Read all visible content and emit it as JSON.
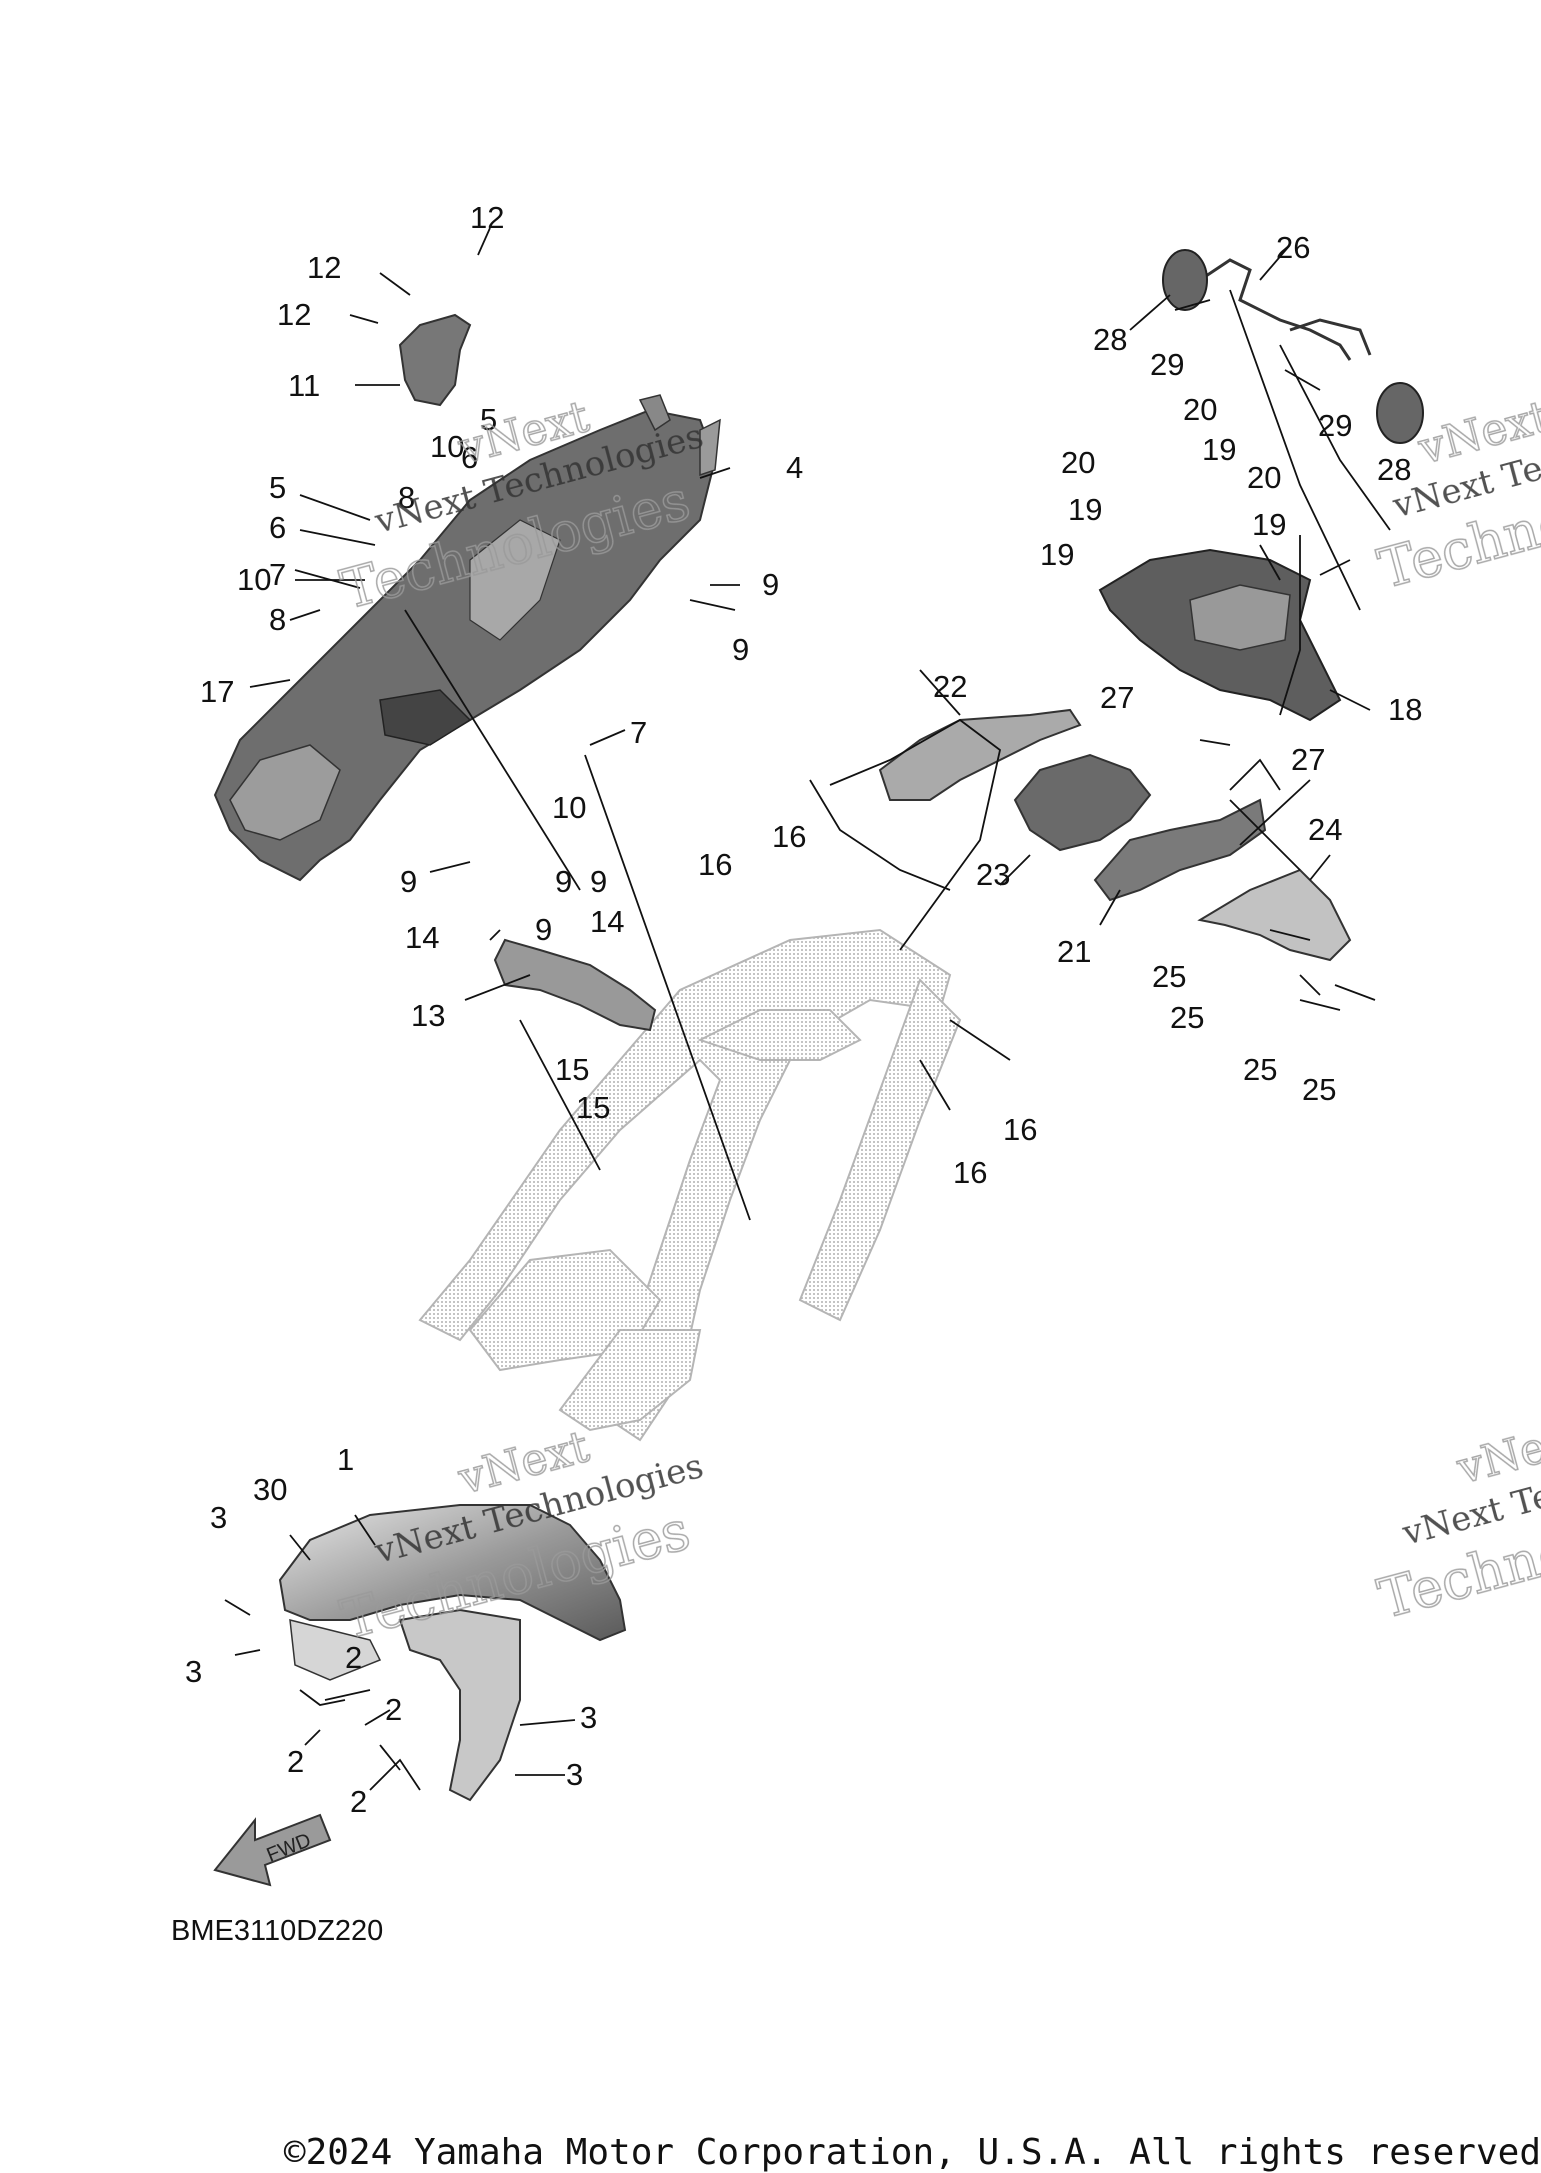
{
  "diagram": {
    "reference_code": "BME3110DZ220",
    "copyright": "©2024 Yamaha Motor Corporation, U.S.A. All rights reserved",
    "direction_arrow": "FWD",
    "watermark": {
      "line1": "vNext",
      "line2": "vNext Technologies",
      "line3": "Technologies"
    },
    "callouts": [
      "12",
      "12",
      "12",
      "11",
      "10",
      "5",
      "6",
      "5",
      "8",
      "6",
      "7",
      "10",
      "8",
      "17",
      "4",
      "9",
      "9",
      "7",
      "10",
      "9",
      "9",
      "9",
      "9",
      "14",
      "14",
      "13",
      "15",
      "15",
      "16",
      "16",
      "16",
      "16",
      "22",
      "23",
      "21",
      "26",
      "28",
      "29",
      "29",
      "28",
      "20",
      "19",
      "20",
      "20",
      "19",
      "19",
      "19",
      "27",
      "27",
      "18",
      "24",
      "25",
      "25",
      "25",
      "25",
      "1",
      "30",
      "3",
      "3",
      "2",
      "2",
      "2",
      "2",
      "3",
      "3"
    ]
  }
}
